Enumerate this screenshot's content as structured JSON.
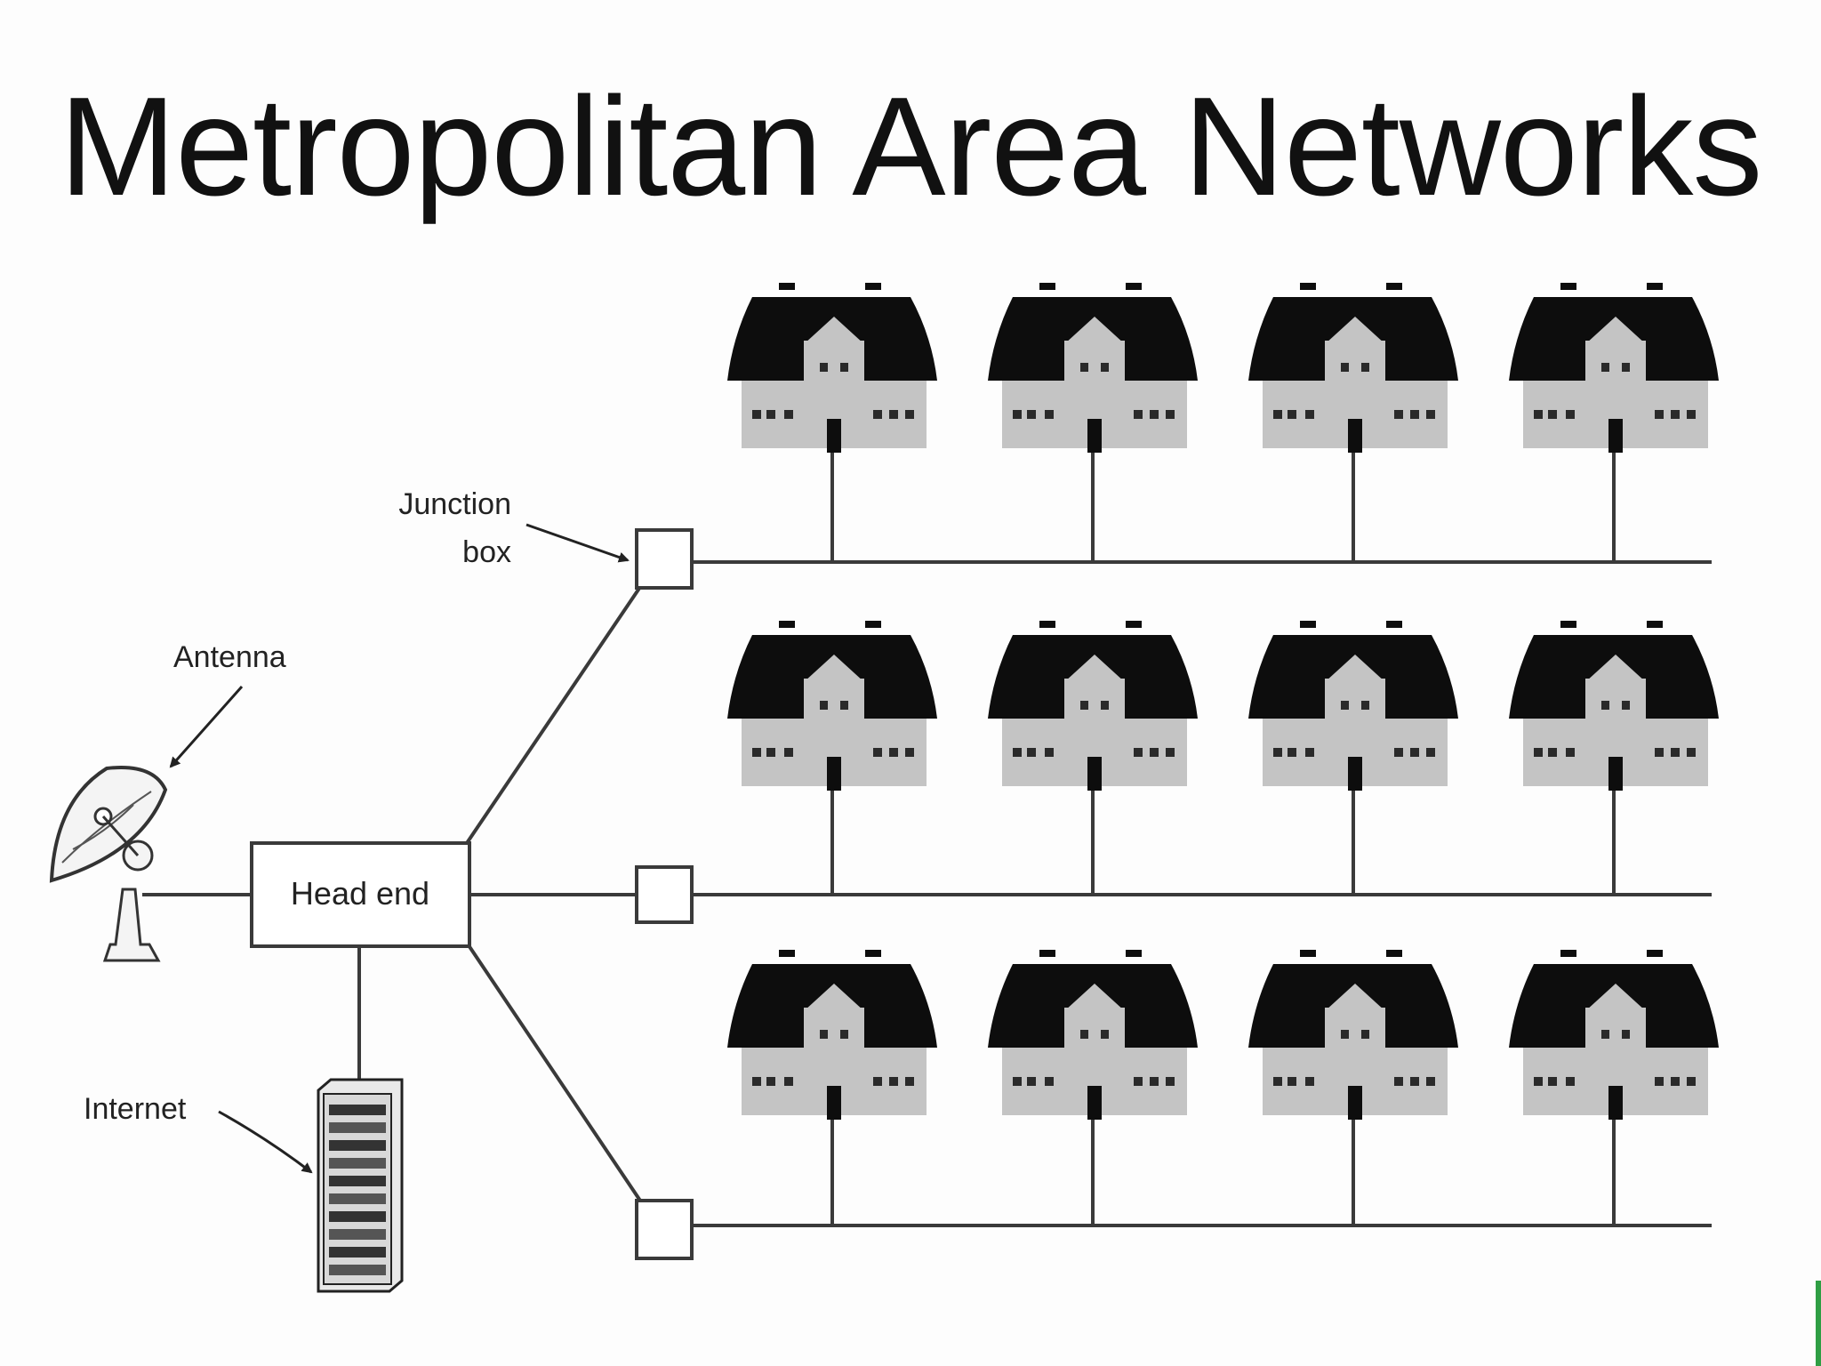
{
  "slide": {
    "title": "Metropolitan Area Networks"
  },
  "diagram": {
    "labels": {
      "junction_box_line1": "Junction",
      "junction_box_line2": "box",
      "antenna": "Antenna",
      "head_end": "Head end",
      "internet": "Internet"
    },
    "rows": 3,
    "houses_per_row": 4,
    "colors": {
      "roof": "#0d0d0d",
      "wall": "#c4c4c4",
      "line": "#3a3a3a",
      "accent_edge": "#2f9e44"
    }
  }
}
